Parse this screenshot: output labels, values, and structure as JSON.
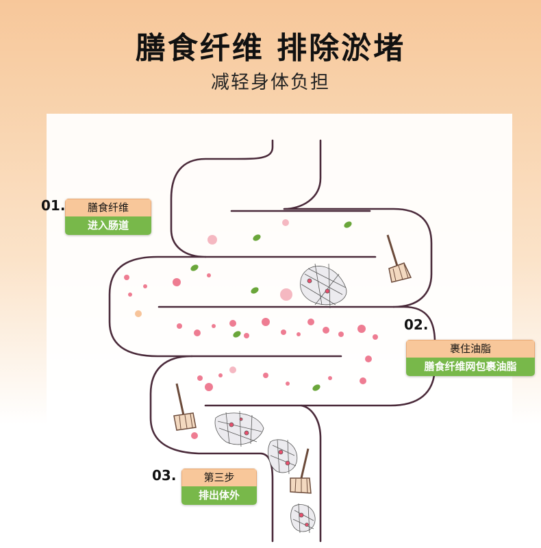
{
  "header": {
    "title": "膳食纤维 排除淤堵",
    "subtitle": "减轻身体负担"
  },
  "steps": [
    {
      "number": "01.",
      "top": "膳食纤维",
      "bottom": "进入肠道"
    },
    {
      "number": "02.",
      "top": "裹住油脂",
      "bottom": "膳食纤维网包裹油脂"
    },
    {
      "number": "03.",
      "top": "第三步",
      "bottom": "排出体外"
    }
  ],
  "icons": [
    "intestine-icon",
    "broom-icon",
    "fiber-net-icon",
    "fat-droplet-icon",
    "fiber-bean-icon"
  ],
  "colors": {
    "intestine_outline": "#4a2a3a",
    "fat_dots": "#e8506e",
    "fiber_beans": "#6aa63a",
    "tag_top": "#f8c79a",
    "tag_bottom": "#78b84a"
  }
}
